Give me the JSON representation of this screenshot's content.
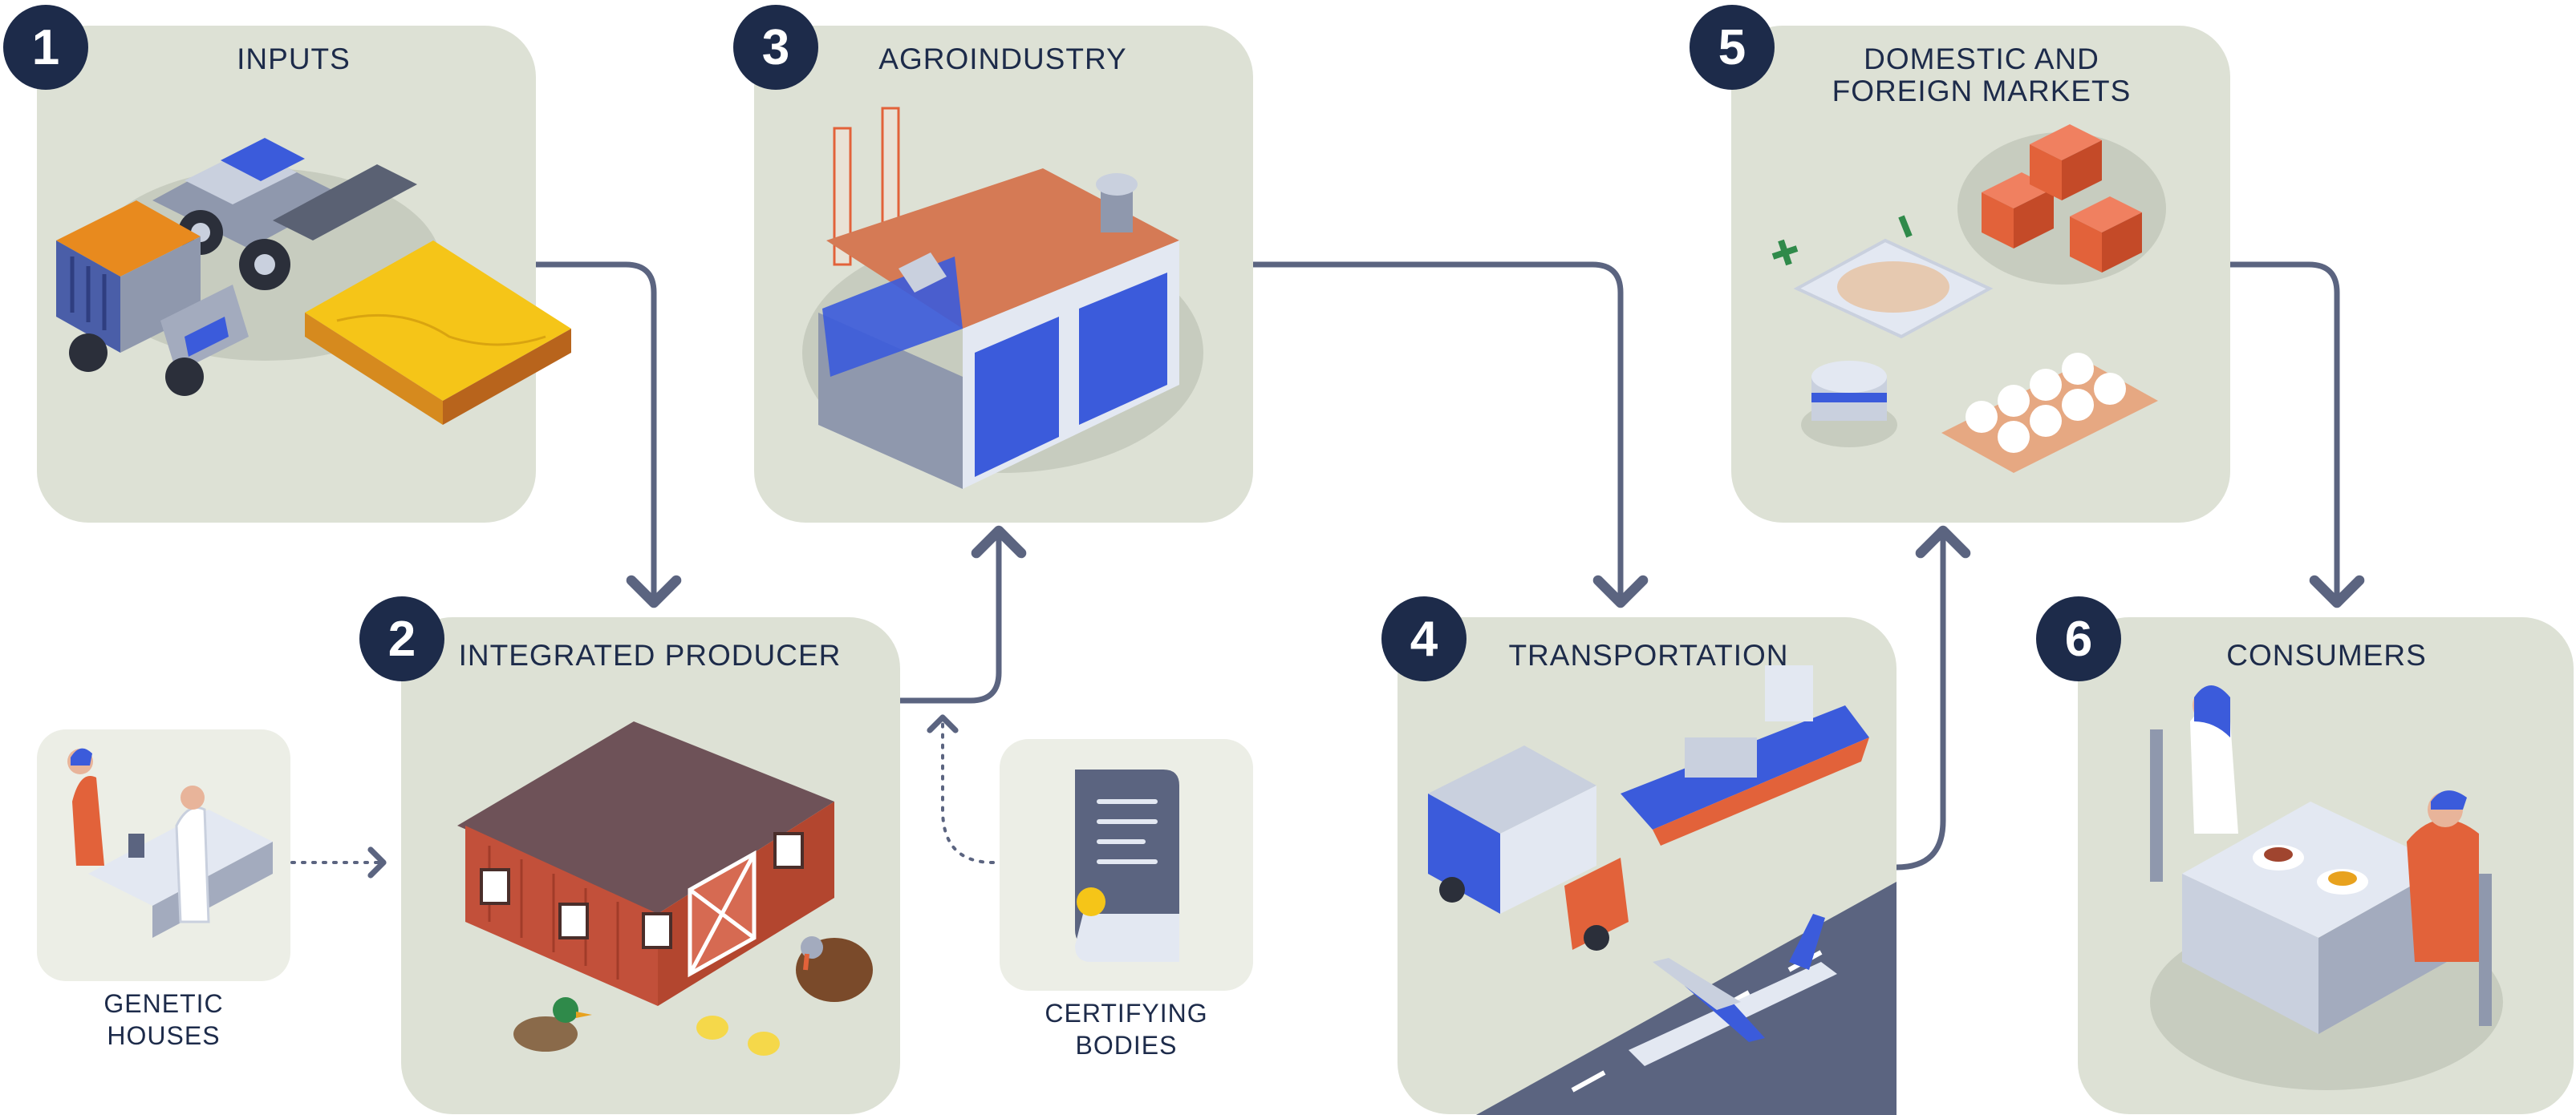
{
  "stages": [
    {
      "number": "1",
      "title": "INPUTS"
    },
    {
      "number": "2",
      "title": "INTEGRATED PRODUCER"
    },
    {
      "number": "3",
      "title": "AGROINDUSTRY"
    },
    {
      "number": "4",
      "title": "TRANSPORTATION"
    },
    {
      "number": "5",
      "title_lines": [
        "DOMESTIC AND",
        "FOREIGN MARKETS"
      ]
    },
    {
      "number": "6",
      "title": "CONSUMERS"
    }
  ],
  "side_nodes": {
    "genetic_houses": {
      "lines": [
        "GENETIC",
        "HOUSES"
      ]
    },
    "certifying_bodies": {
      "lines": [
        "CERTIFYING",
        "BODIES"
      ]
    }
  },
  "colors": {
    "card_bg": "#dde1d5",
    "side_card_bg": "#eceee6",
    "badge": "#1d2b4a",
    "text": "#1d2b4a",
    "arrow": "#5b6480",
    "accent_blue": "#3b5bdb",
    "accent_orange": "#e2623a",
    "accent_yellow": "#f5c518",
    "barn_red": "#c2503a"
  }
}
